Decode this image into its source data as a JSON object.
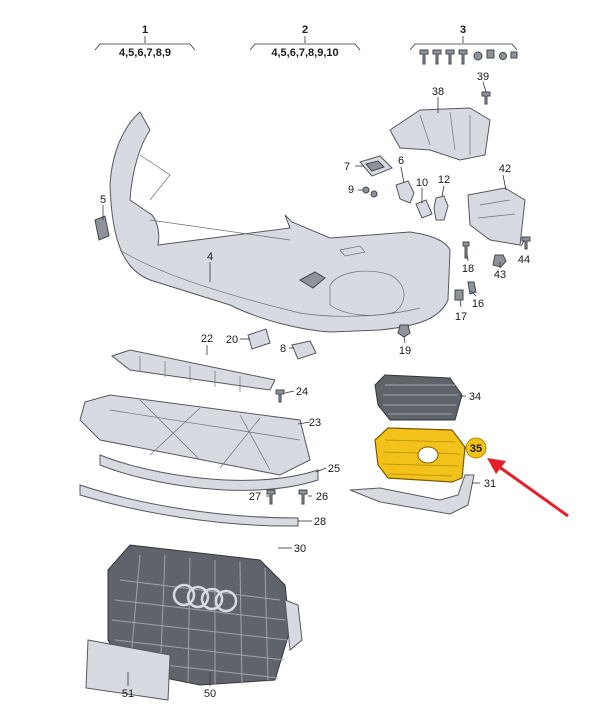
{
  "groups": [
    {
      "num": "1",
      "refs": "4,5,6,7,8,9"
    },
    {
      "num": "2",
      "refs": "4,5,6,7,8,9,10"
    },
    {
      "num": "3",
      "refs": ""
    }
  ],
  "callouts": {
    "c4": "4",
    "c5": "5",
    "c6": "6",
    "c7": "7",
    "c8": "8",
    "c9": "9",
    "c10": "10",
    "c12": "12",
    "c16": "16",
    "c17": "17",
    "c18": "18",
    "c19": "19",
    "c20": "20",
    "c22": "22",
    "c23": "23",
    "c24": "24",
    "c25": "25",
    "c26": "26",
    "c27": "27",
    "c28": "28",
    "c30": "30",
    "c31": "31",
    "c34": "34",
    "c35": "35",
    "c38": "38",
    "c39": "39",
    "c42": "42",
    "c43": "43",
    "c44": "44",
    "c50": "50",
    "c51": "51"
  },
  "highlight": {
    "part": "35",
    "color": "#f2c21b",
    "arrow_color": "#e5202a"
  },
  "colors": {
    "part_fill": "#d7dbe1",
    "grille_fill": "#5f646b"
  }
}
